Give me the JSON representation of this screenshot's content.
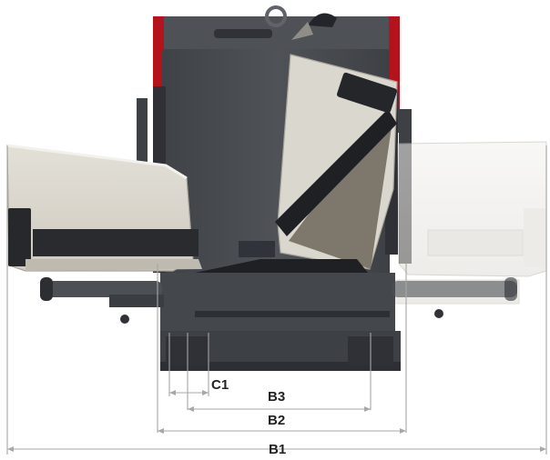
{
  "diagram": {
    "colors": {
      "body": "#4b4e53",
      "body_dark": "#35373b",
      "hopper_panel": "#d9d6cc",
      "hopper_shadow": "#b8b4aa",
      "accent_red": "#b5121b",
      "dimension_line": "#a7a7a7",
      "label": "#222222"
    },
    "labels": {
      "c1": "C1",
      "b3": "B3",
      "b2": "B2",
      "b1": "B1"
    }
  }
}
